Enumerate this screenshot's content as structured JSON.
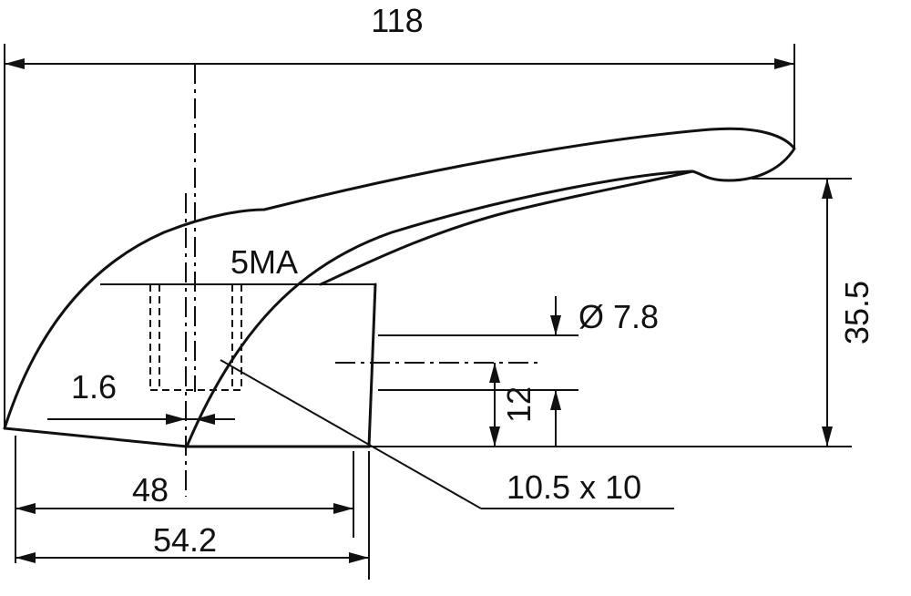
{
  "dimensions": {
    "overall_length": "118",
    "height": "35.5",
    "thread": "5MA",
    "bore_diameter": "Ø 7.8",
    "wall_thickness": "1.6",
    "bore_height": "12",
    "length_48": "48",
    "length_54": "54.2",
    "socket_size": "10.5 x 10"
  }
}
